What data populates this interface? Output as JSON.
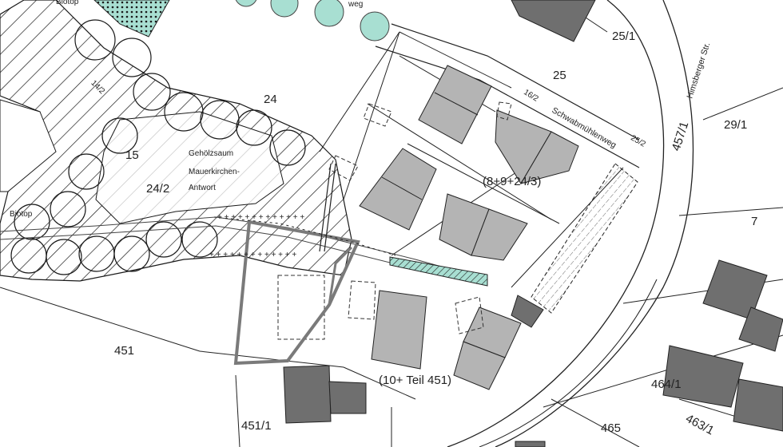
{
  "map": {
    "labels": {
      "biotop_top": "Biotop",
      "biotop_left": "Biotop",
      "lot_14_2": "14/2",
      "lot_24": "24",
      "lot_15": "15",
      "lot_24_2": "24/2",
      "gehoelz_1": "Gehölzsaum",
      "gehoelz_2": "Mauerkirchen-",
      "gehoelz_3": "Antwort",
      "lot_25_1": "25/1",
      "lot_25": "25",
      "lot_16_2": "16/2",
      "street_schwab": "Schwabmühlenweg",
      "lot_25_2": "25/2",
      "street_hims": "Himsberger Str.",
      "lot_457_1": "457/1",
      "lot_29_1": "29/1",
      "lot_7": "7",
      "lot_group_8": "(8+9+24/3)",
      "lot_451": "451",
      "lot_group_10": "(10+ Teil 451)",
      "lot_451_1": "451/1",
      "lot_464_1": "464/1",
      "lot_465": "465",
      "lot_463_1": "463/1",
      "street_top": "weg"
    },
    "colors": {
      "existing_building": "#6f6f6f",
      "planned_building": "#b4b4b4",
      "tree_fill": "#a8dfd2",
      "hatch_stroke": "#1a1a1a",
      "plan_outline": "#7a7a7a"
    }
  }
}
